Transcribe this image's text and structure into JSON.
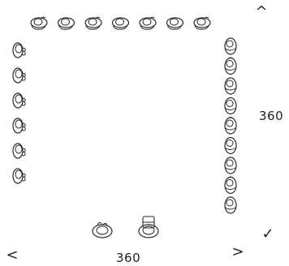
{
  "sketch": {
    "ink_color": "#2a2a2a",
    "side_length_right": "360",
    "side_length_bottom": "360",
    "top_row_icon_count": 7,
    "left_column_icon_count": 6,
    "right_column_icon_count": 9,
    "bottom_group_icon_count": 2
  },
  "nav": {
    "up": "^",
    "down": "✓",
    "left": "<",
    "right": ">"
  }
}
